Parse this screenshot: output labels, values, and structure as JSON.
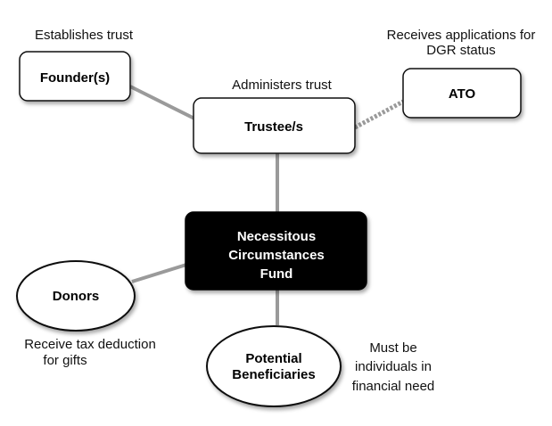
{
  "nodes": {
    "founder": {
      "label": "Founder(s)"
    },
    "trustee": {
      "label": "Trustee/s"
    },
    "ato": {
      "label": "ATO"
    },
    "fund": {
      "line1": "Necessitous",
      "line2": "Circumstances",
      "line3": "Fund"
    },
    "donors": {
      "label": "Donors"
    },
    "beneficiaries": {
      "line1": "Potential",
      "line2": "Beneficiaries"
    }
  },
  "annotations": {
    "founder": "Establishes trust",
    "trustee": "Administers trust",
    "ato_line1": "Receives applications for",
    "ato_line2": "DGR status",
    "donors_line1": "Receive tax deduction",
    "donors_line2": "for gifts",
    "beneficiaries_line1": "Must be",
    "beneficiaries_line2": "individuals in",
    "beneficiaries_line3": "financial need"
  },
  "colors": {
    "connector": "#9a9a9a",
    "fund_fill": "#000000",
    "fund_text": "#ffffff",
    "node_fill": "#ffffff",
    "node_stroke": "#111111"
  }
}
